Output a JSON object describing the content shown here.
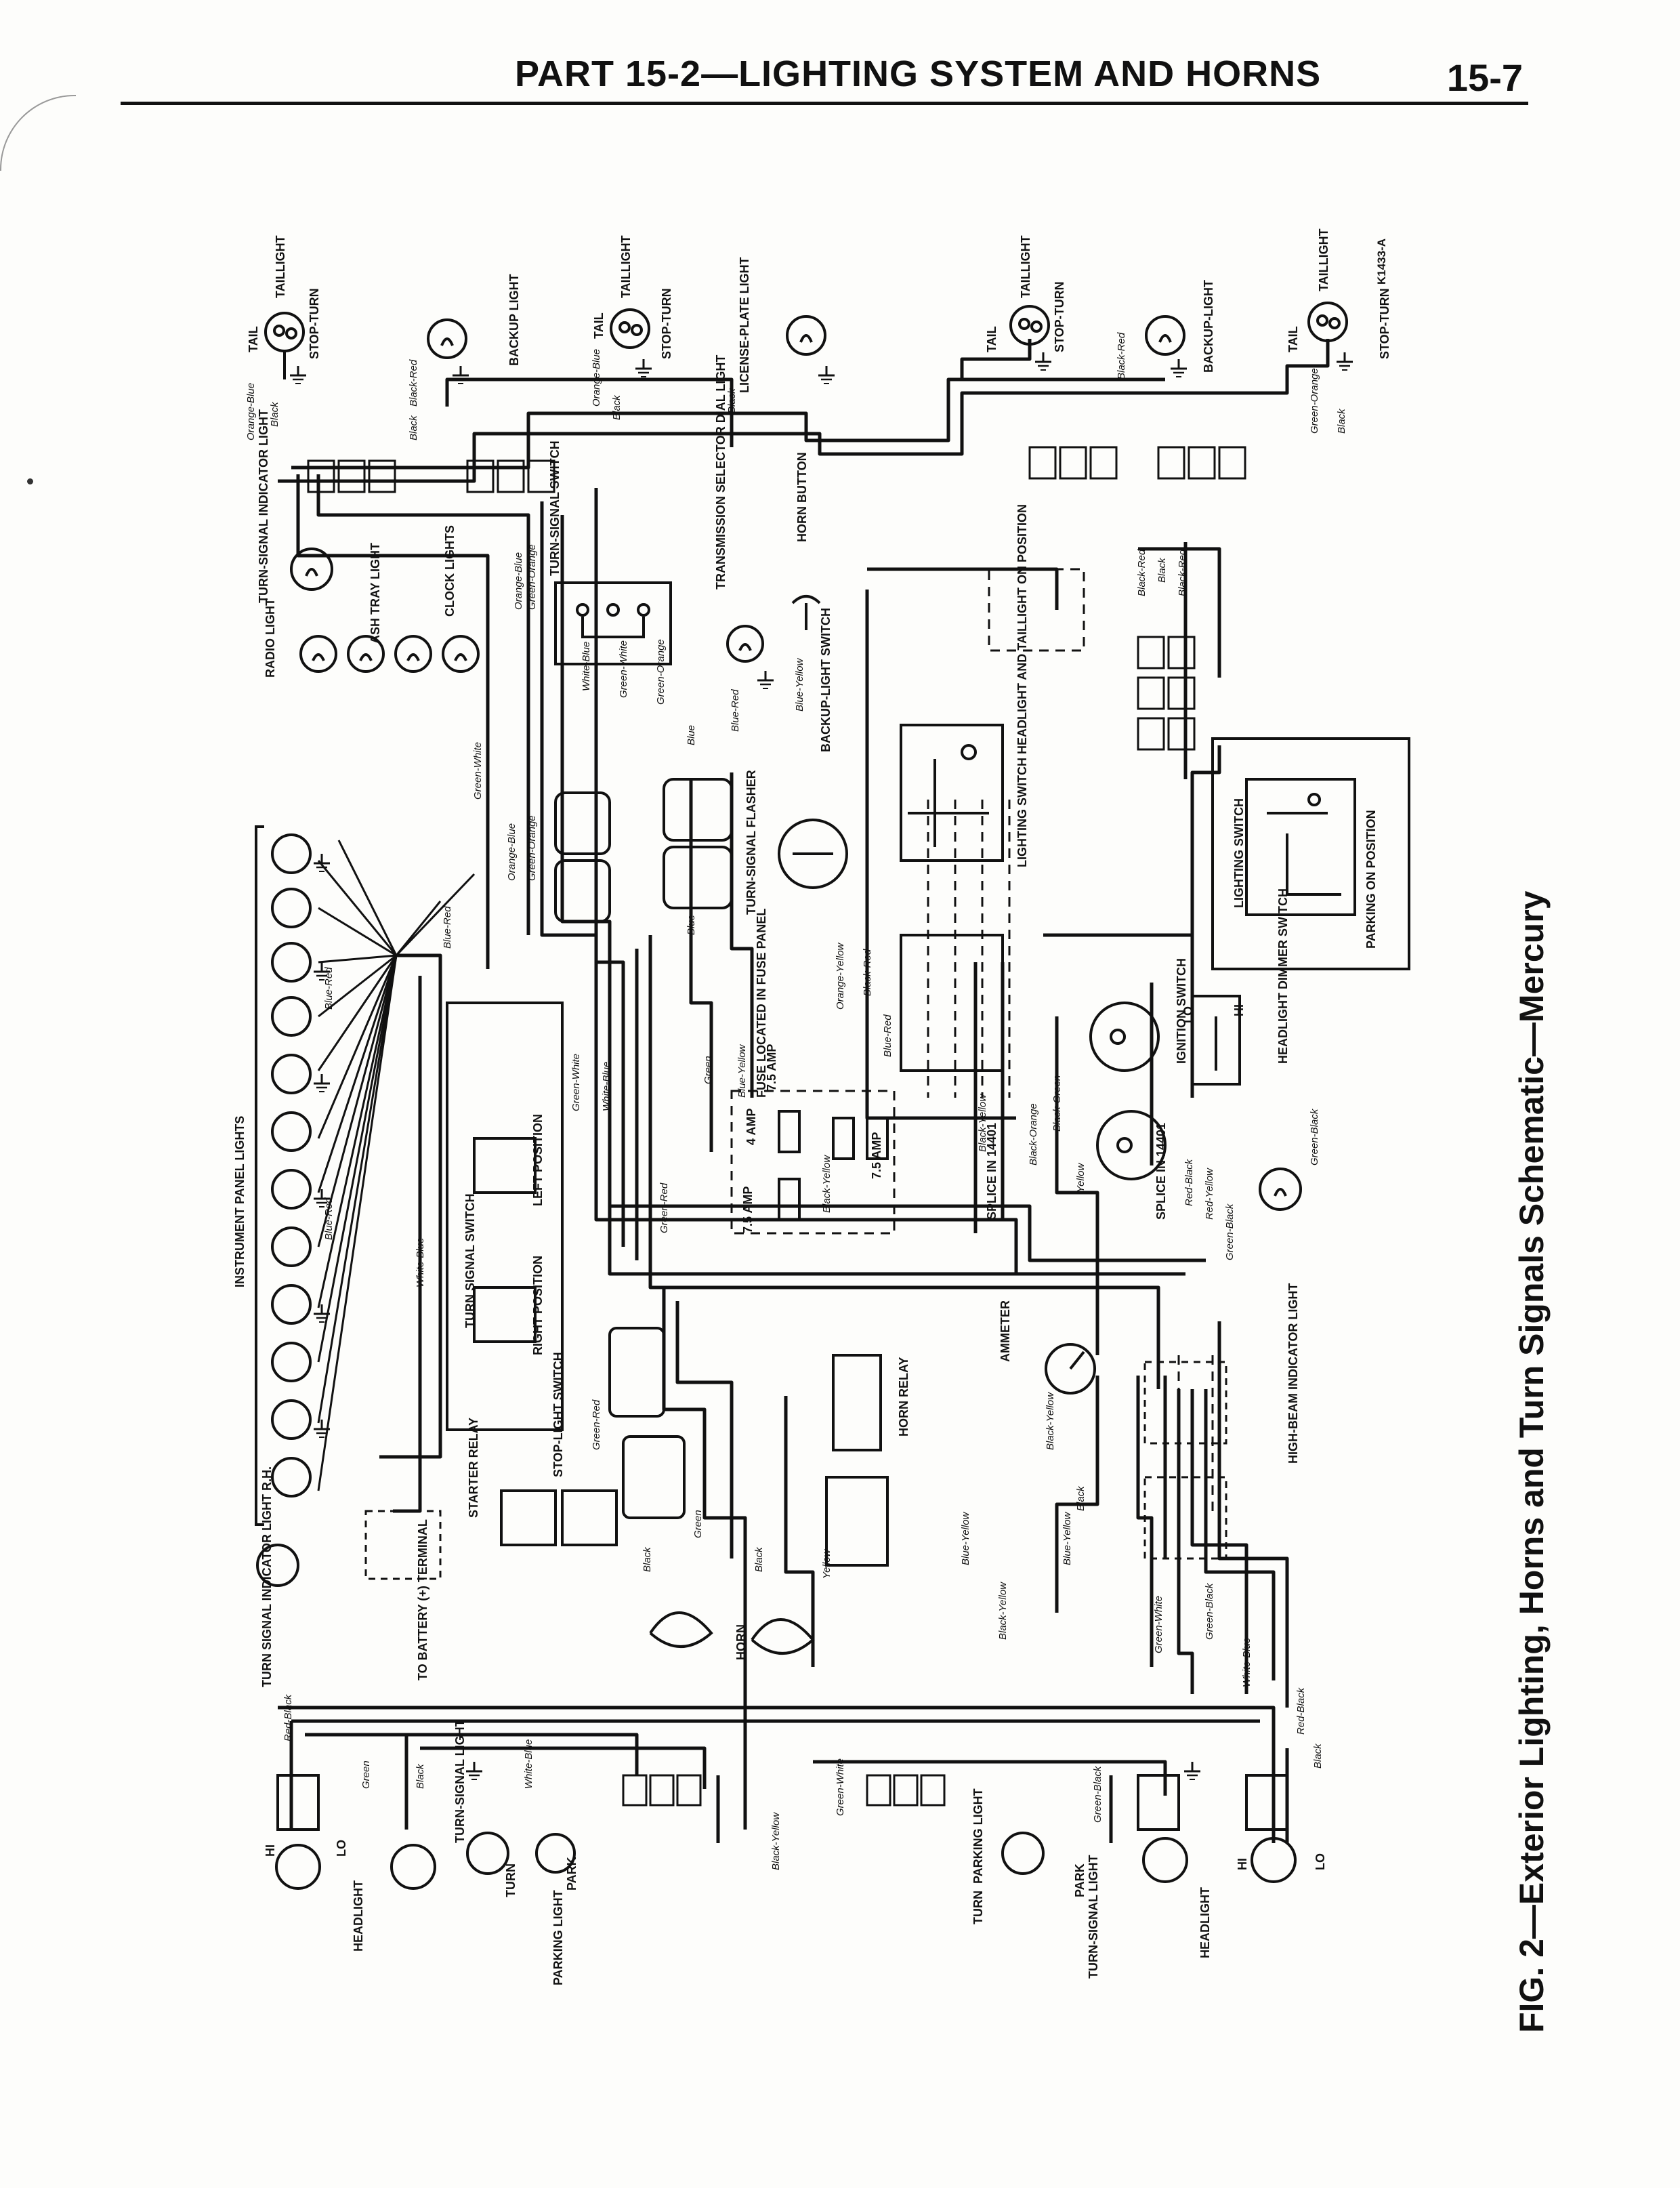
{
  "header": {
    "title": "PART 15-2—LIGHTING SYSTEM AND HORNS",
    "page_number": "15-7"
  },
  "caption": "FIG. 2—Exterior Lighting, Horns and Turn Signals Schematic—Mercury",
  "reference_code": "K1433-A",
  "labels": {
    "taillight": "TAILLIGHT",
    "stop_turn": "STOP-TURN",
    "tail": "TAIL",
    "backup_light": "BACKUP LIGHT",
    "backup_light_right": "BACKUP-LIGHT",
    "license_plate_light": "LICENSE-PLATE LIGHT",
    "turn_signal_indicator_light": "TURN-SIGNAL INDICATOR LIGHT",
    "turn_signal_indicator_light_rh": "TURN SIGNAL INDICATOR LIGHT R.H.",
    "radio_light": "RADIO LIGHT",
    "ash_tray_light": "ASH TRAY LIGHT",
    "clock_lights": "CLOCK LIGHTS",
    "turn_signal_switch": "TURN-SIGNAL SWITCH",
    "transmission_selector_dial_light": "TRANSMISSION SELECTOR DIAL LIGHT",
    "horn_button": "HORN BUTTON",
    "backup_light_switch": "BACKUP-LIGHT SWITCH",
    "turn_signal_flasher": "TURN-SIGNAL FLASHER",
    "lighting_switch_headlight_on": "LIGHTING SWITCH HEADLIGHT AND TAILLIGHT ON POSITION",
    "lighting_switch": "LIGHTING SWITCH",
    "parking_on_position": "PARKING ON POSITION",
    "instrument_panel_lights": "INSTRUMENT PANEL LIGHTS",
    "turn_signal_switch_box": "TURN SIGNAL SWITCH",
    "left_position": "LEFT POSITION",
    "right_position": "RIGHT POSITION",
    "stop_light_switch": "STOP-LIGHT SWITCH",
    "starter_relay": "STARTER RELAY",
    "to_battery": "TO BATTERY (+) TERMINAL",
    "fuse_located": "FUSE LOCATED IN FUSE PANEL",
    "amp_4": "4 AMP",
    "amp_75": "7.5 AMP",
    "splice_14401": "SPLICE IN 14401",
    "ignition_switch": "IGNITION SWITCH",
    "headlight_dimmer_switch": "HEADLIGHT DIMMER SWITCH",
    "lo": "LO",
    "hi": "HI",
    "high_beam_indicator_light": "HIGH-BEAM INDICATOR LIGHT",
    "ammeter": "AMMETER",
    "horn_relay": "HORN RELAY",
    "horn": "HORN",
    "headlight": "HEADLIGHT",
    "turn_signal_light": "TURN-SIGNAL LIGHT",
    "parking_light": "PARKING LIGHT",
    "turn": "TURN",
    "park": "PARK"
  },
  "wire_colors": {
    "orange_blue": "Orange-Blue",
    "green_orange": "Green-Orange",
    "green_white": "Green-White",
    "white_blue": "White-Blue",
    "blue_red": "Blue-Red",
    "blue_yellow": "Blue-Yellow",
    "black_red": "Black-Red",
    "black": "Black",
    "blue": "Blue",
    "green": "Green",
    "green_red": "Green-Red",
    "black_yellow": "Black-Yellow",
    "black_orange": "Black-Orange",
    "black_green": "Black-Green",
    "yellow": "Yellow",
    "red_black": "Red-Black",
    "red_yellow": "Red-Yellow",
    "green_black": "Green-Black",
    "orange_yellow": "Orange-Yellow"
  }
}
